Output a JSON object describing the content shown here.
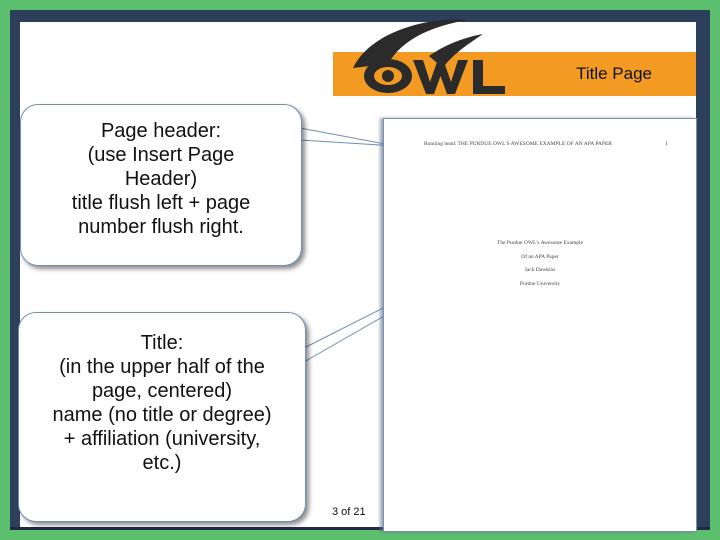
{
  "banner": {
    "title": "Title Page",
    "logo_text": "OWL"
  },
  "callouts": {
    "header": {
      "lines": [
        "Page header:",
        "(use Insert Page",
        "Header)",
        "title flush left + page",
        "number flush right."
      ]
    },
    "title": {
      "lines": [
        "Title:",
        "(in the upper half of the",
        "page, centered)",
        "name (no title or degree)",
        "+ affiliation (university,",
        "etc.)"
      ]
    }
  },
  "document": {
    "running_head": "Running head: THE PURDUE OWL'S AWESOME EXAMPLE OF AN APA PAPER",
    "page_number": "1",
    "title_lines": [
      "The Purdue OWL's Awesome Example",
      "Of an APA Paper",
      "Jack Dawkins",
      "Purdue University"
    ]
  },
  "slide_number": "3 of 21",
  "colors": {
    "frame": "#5cbf6e",
    "border": "#2e3f5c",
    "banner": "#f29a22",
    "callout_border": "#6e8fb5"
  }
}
